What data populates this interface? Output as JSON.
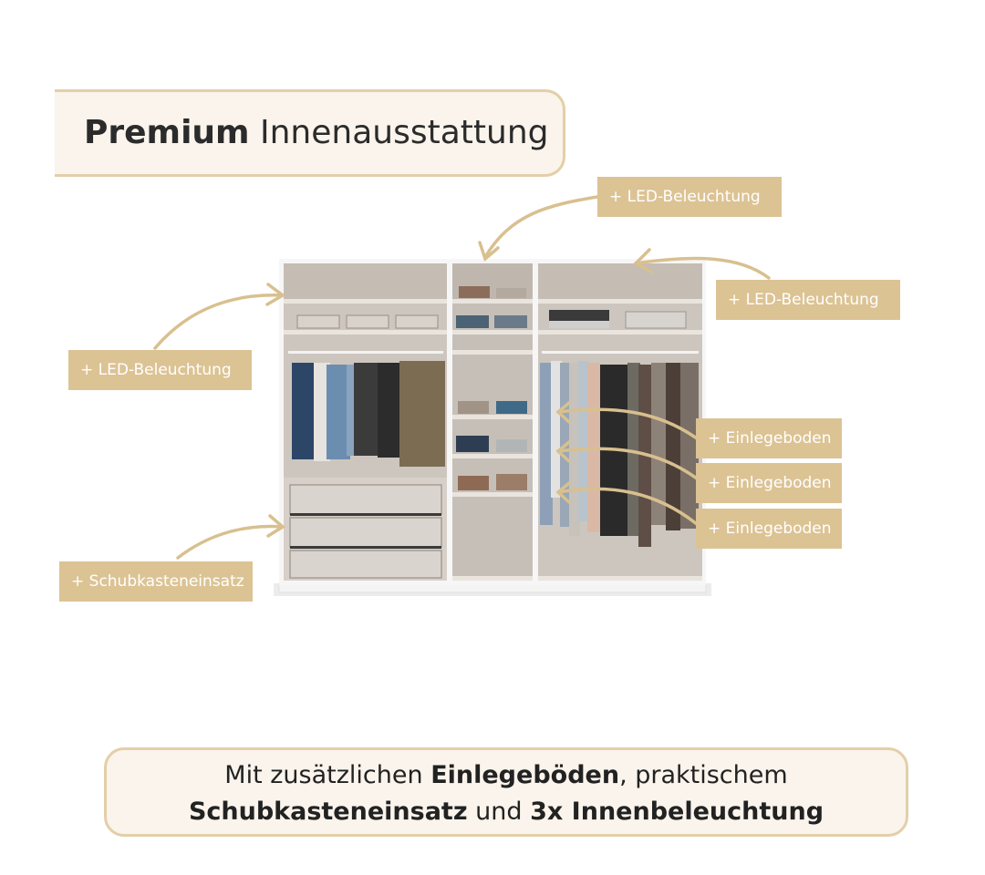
{
  "header": {
    "title_bold": "Premium",
    "title_rest": " Innenausstattung"
  },
  "labels": {
    "led_top": "+ LED-Beleuchtung",
    "led_right": "+ LED-Beleuchtung",
    "led_left": "+ LED-Beleuchtung",
    "shelf_1": "+ Einlegeboden",
    "shelf_2": "+ Einlegeboden",
    "shelf_3": "+ Einlegeboden",
    "drawer": "+ Schubkasteneinsatz"
  },
  "footer": {
    "part1": "Mit zusätzlichen ",
    "bold1": "Einlegeböden",
    "part2": ", praktischem",
    "bold2": "Schubkasteneinsatz",
    "part3": " und ",
    "bold3": "3x Innenbeleuchtung"
  },
  "colors": {
    "accent": "#dcc394",
    "box_bg": "#faf4ec",
    "box_border": "#e3cfa8",
    "wardrobe": "#cfc7bf"
  }
}
